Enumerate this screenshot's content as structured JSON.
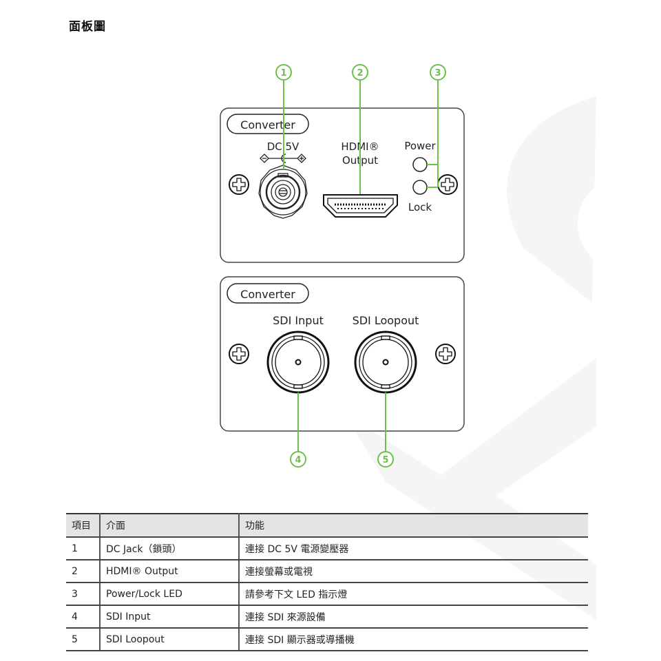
{
  "page": {
    "title": "面板圖"
  },
  "diagram": {
    "accent_color": "#6cc04a",
    "top_panel": {
      "badge": "Converter",
      "dc_label": "DC 5V",
      "hdmi_label_line1": "HDMI®",
      "hdmi_label_line2": "Output",
      "power_label": "Power",
      "lock_label": "Lock"
    },
    "bottom_panel": {
      "badge": "Converter",
      "sdi_input_label": "SDI Input",
      "sdi_loopout_label": "SDI Loopout"
    },
    "callouts": [
      "1",
      "2",
      "3",
      "4",
      "5"
    ]
  },
  "table": {
    "headers": [
      "項目",
      "介面",
      "功能"
    ],
    "rows": [
      {
        "item": "1",
        "interface": "DC Jack（鎖頭）",
        "function": "連接 DC 5V 電源變壓器"
      },
      {
        "item": "2",
        "interface": "HDMI® Output",
        "function": "連接螢幕或電視"
      },
      {
        "item": "3",
        "interface": "Power/Lock LED",
        "function": "請參考下文 LED 指示燈"
      },
      {
        "item": "4",
        "interface": "SDI Input",
        "function": "連接 SDI 來源設備"
      },
      {
        "item": "5",
        "interface": "SDI Loopout",
        "function": "連接 SDI 顯示器或導播機"
      }
    ]
  }
}
